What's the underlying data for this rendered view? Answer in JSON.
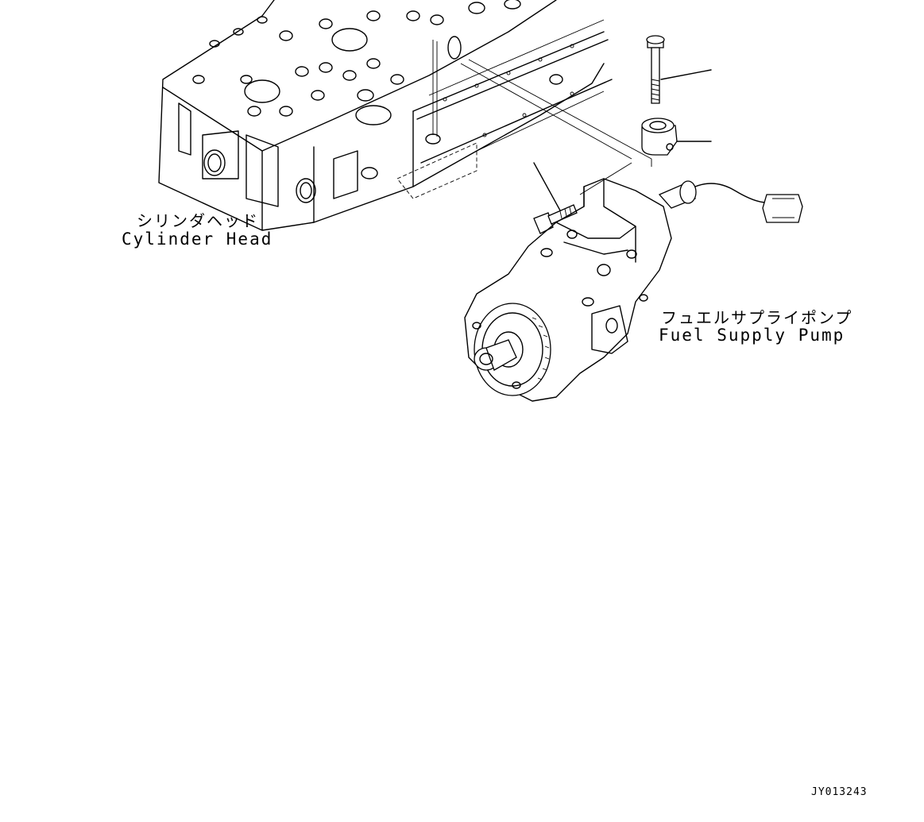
{
  "labels": {
    "cylinder_head_ja": "シリンダヘッド",
    "cylinder_head_en": "Cylinder Head",
    "fuel_pump_ja": "フュエルサプライポンプ",
    "fuel_pump_en": "Fuel Supply Pump",
    "drawing_code": "JY013243"
  },
  "colors": {
    "line": "#000000",
    "background": "#ffffff"
  }
}
